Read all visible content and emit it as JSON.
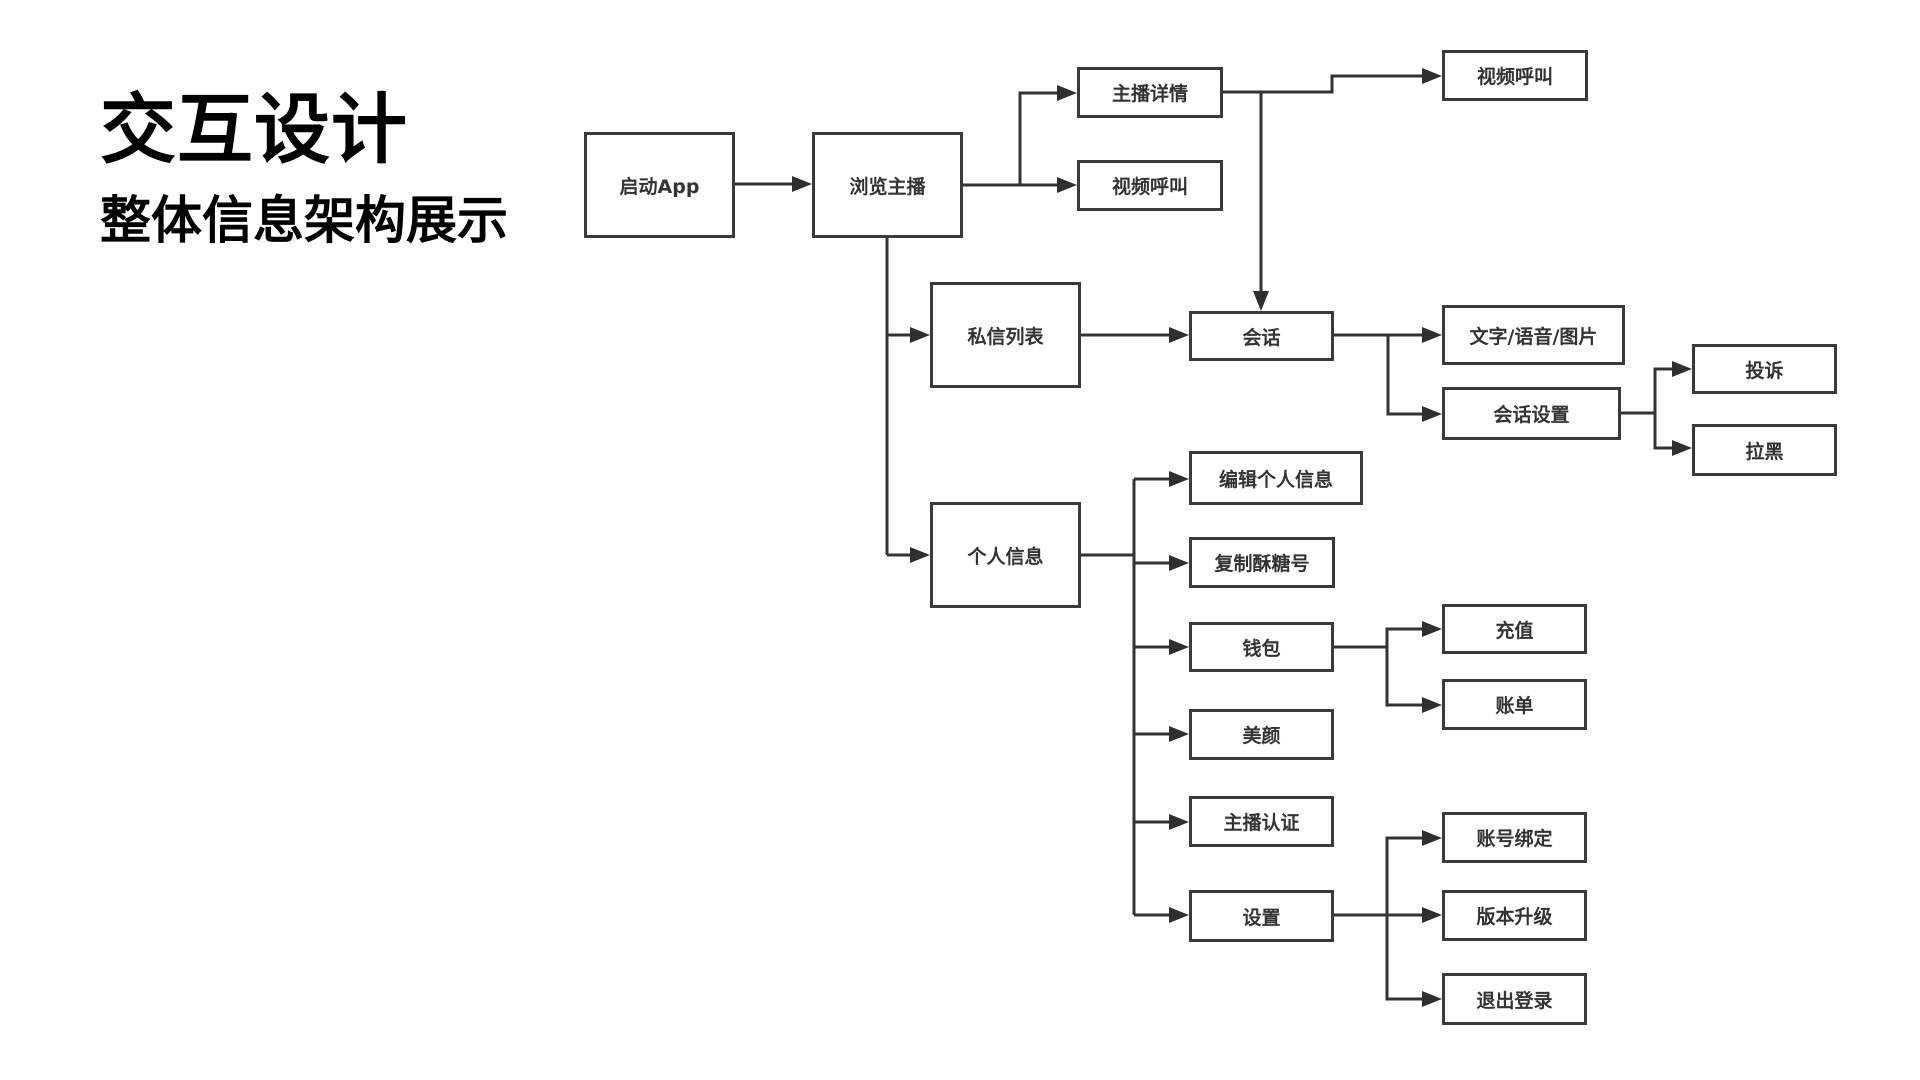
{
  "header": {
    "title": "交互设计",
    "subtitle": "整体信息架构展示"
  },
  "nodes": {
    "launch_app": "启动App",
    "browse_hosts": "浏览主播",
    "host_detail": "主播详情",
    "video_call_a": "视频呼叫",
    "video_call_b": "视频呼叫",
    "dm_list": "私信列表",
    "conversation": "会话",
    "text_voice_image": "文字/语音/图片",
    "conversation_settings": "会话设置",
    "report": "投诉",
    "block": "拉黑",
    "profile": "个人信息",
    "edit_profile": "编辑个人信息",
    "copy_id": "复制酥糖号",
    "wallet": "钱包",
    "recharge": "充值",
    "bills": "账单",
    "beauty": "美颜",
    "host_verification": "主播认证",
    "settings": "设置",
    "account_binding": "账号绑定",
    "version_upgrade": "版本升级",
    "logout": "退出登录"
  },
  "edges": [
    [
      "launch_app",
      "browse_hosts"
    ],
    [
      "browse_hosts",
      "host_detail"
    ],
    [
      "browse_hosts",
      "video_call_b"
    ],
    [
      "host_detail",
      "video_call_a"
    ],
    [
      "host_detail",
      "conversation"
    ],
    [
      "browse_hosts",
      "dm_list"
    ],
    [
      "browse_hosts",
      "profile"
    ],
    [
      "dm_list",
      "conversation"
    ],
    [
      "conversation",
      "text_voice_image"
    ],
    [
      "conversation",
      "conversation_settings"
    ],
    [
      "conversation_settings",
      "report"
    ],
    [
      "conversation_settings",
      "block"
    ],
    [
      "profile",
      "edit_profile"
    ],
    [
      "profile",
      "copy_id"
    ],
    [
      "profile",
      "wallet"
    ],
    [
      "profile",
      "beauty"
    ],
    [
      "profile",
      "host_verification"
    ],
    [
      "profile",
      "settings"
    ],
    [
      "wallet",
      "recharge"
    ],
    [
      "wallet",
      "bills"
    ],
    [
      "settings",
      "account_binding"
    ],
    [
      "settings",
      "version_upgrade"
    ],
    [
      "settings",
      "logout"
    ]
  ],
  "colors": {
    "stroke": "#333333",
    "text": "#333333",
    "background": "#ffffff"
  }
}
